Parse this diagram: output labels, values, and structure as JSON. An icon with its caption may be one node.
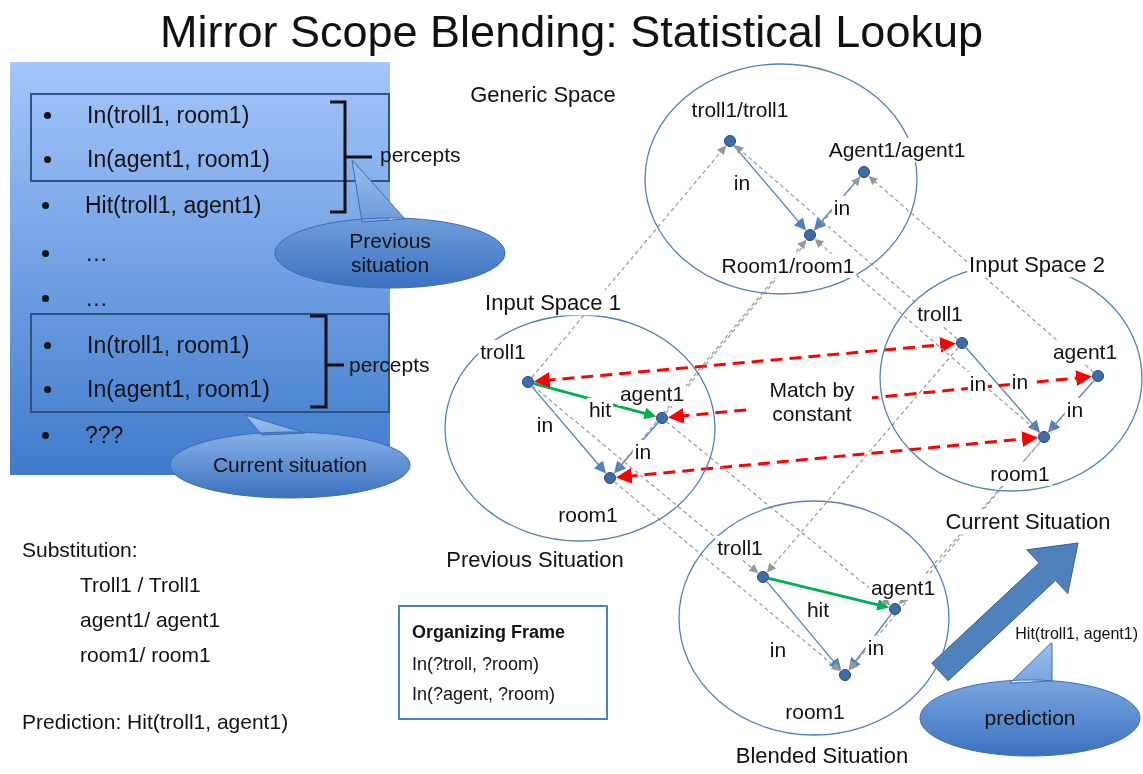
{
  "diagram": {
    "title": "Mirror Scope Blending: Statistical Lookup",
    "nodes": [
      {
        "text": [
          "Hit(troll1, agent1)",
          "…",
          "…",
          "???"
        ]
      },
      {
        "text": [
          "In(troll1, room1)",
          "In(agent1, room1)"
        ],
        "in": 0
      },
      {
        "text": [
          "In(troll1, room1)",
          "In(agent1, room1)"
        ],
        "in": 0
      },
      {
        "text": [
          "Previous situation"
        ]
      },
      {
        "text": [
          "Current situation"
        ]
      },
      {
        "text": [
          "Generic Space"
        ]
      },
      {
        "text": [],
        "shape": "circle",
        "beside": [
          "troll1/troll1"
        ],
        "in": 5
      },
      {
        "text": [],
        "shape": "circle",
        "beside": [
          "Agent1/agent1"
        ],
        "in": 5
      },
      {
        "text": [],
        "shape": "circle",
        "beside": [
          "Room1/room1"
        ],
        "in": 5
      },
      {
        "text": [
          "Input Space 1",
          "Previous Situation"
        ]
      },
      {
        "text": [],
        "shape": "circle",
        "beside": [
          "troll1"
        ],
        "in": 9
      },
      {
        "text": [],
        "shape": "circle",
        "beside": [
          "agent1"
        ],
        "in": 9
      },
      {
        "text": [],
        "shape": "circle",
        "beside": [
          "room1"
        ],
        "in": 9
      },
      {
        "text": [
          "Input Space 2",
          "Current Situation"
        ]
      },
      {
        "text": [],
        "shape": "circle",
        "beside": [
          "troll1"
        ],
        "in": 13
      },
      {
        "text": [],
        "shape": "circle",
        "beside": [
          "agent1"
        ],
        "in": 13
      },
      {
        "text": [],
        "shape": "circle",
        "beside": [
          "room1"
        ],
        "in": 13
      },
      {
        "text": [
          "Blended Situation"
        ]
      },
      {
        "text": [],
        "shape": "circle",
        "beside": [
          "troll1"
        ],
        "in": 17
      },
      {
        "text": [],
        "shape": "circle",
        "beside": [
          "agent1"
        ],
        "in": 17
      },
      {
        "text": [],
        "shape": "circle",
        "beside": [
          "room1"
        ],
        "in": 17
      },
      {
        "text": [
          "Organizing Frame",
          "In(?troll, ?room)",
          "In(?agent, ?room)"
        ]
      },
      {
        "text": [
          "prediction"
        ]
      }
    ],
    "edges": [
      {
        "from": 6,
        "to": 8,
        "arrow": "to",
        "label": "in",
        "color": "#4f81bd"
      },
      {
        "from": 7,
        "to": 8,
        "arrow": "to",
        "label": "in",
        "color": "#4f81bd"
      },
      {
        "from": 10,
        "to": 11,
        "arrow": "to",
        "label": "hit",
        "color": "#00b050"
      },
      {
        "from": 10,
        "to": 12,
        "arrow": "to",
        "label": "in",
        "color": "#4f81bd"
      },
      {
        "from": 11,
        "to": 12,
        "arrow": "to",
        "label": "in",
        "color": "#4f81bd"
      },
      {
        "from": 14,
        "to": 16,
        "arrow": "to",
        "label": "in",
        "color": "#4f81bd"
      },
      {
        "from": 15,
        "to": 16,
        "arrow": "to",
        "label": "in",
        "color": "#4f81bd"
      },
      {
        "from": 18,
        "to": 19,
        "arrow": "to",
        "label": "hit",
        "color": "#00b050"
      },
      {
        "from": 18,
        "to": 20,
        "arrow": "to",
        "label": "in",
        "color": "#4f81bd"
      },
      {
        "from": 19,
        "to": 20,
        "arrow": "to",
        "label": "in",
        "color": "#4f81bd"
      },
      {
        "from": 10,
        "to": 14,
        "arrow": "both",
        "style": "dashed",
        "color": "#ff0000"
      },
      {
        "from": 11,
        "to": 15,
        "arrow": "both",
        "label": "Match by constant",
        "style": "dashed",
        "color": "#ff0000"
      },
      {
        "from": 12,
        "to": 16,
        "arrow": "both",
        "style": "dashed",
        "color": "#ff0000"
      },
      {
        "from": 10,
        "to": 6,
        "arrow": "to",
        "style": "dashed"
      },
      {
        "from": 11,
        "to": 7,
        "arrow": "to",
        "style": "dashed"
      },
      {
        "from": 12,
        "to": 8,
        "arrow": "to",
        "style": "dashed"
      },
      {
        "from": 14,
        "to": 6,
        "arrow": "to",
        "style": "dashed"
      },
      {
        "from": 15,
        "to": 7,
        "arrow": "to",
        "style": "dashed"
      },
      {
        "from": 16,
        "to": 8,
        "arrow": "to",
        "style": "dashed"
      },
      {
        "from": 10,
        "to": 18,
        "arrow": "to",
        "style": "dashed"
      },
      {
        "from": 11,
        "to": 19,
        "arrow": "to",
        "style": "dashed"
      },
      {
        "from": 12,
        "to": 20,
        "arrow": "to",
        "style": "dashed"
      },
      {
        "from": 14,
        "to": 18,
        "arrow": "to",
        "style": "dashed"
      },
      {
        "from": 15,
        "to": 19,
        "arrow": "to",
        "style": "dashed"
      },
      {
        "from": 16,
        "to": 20,
        "arrow": "to",
        "style": "dashed"
      },
      {
        "from": 17,
        "to": 13,
        "arrow": "to",
        "label": "Hit(troll1, agent1)",
        "style": "thick",
        "color": "#4f81bd"
      }
    ],
    "labels": [
      "percepts",
      "percepts",
      "Substitution:",
      "Troll1 / Troll1",
      "agent1/ agent1",
      "room1/ room1",
      "Prediction: Hit(troll1, agent1)",
      "in"
    ]
  }
}
